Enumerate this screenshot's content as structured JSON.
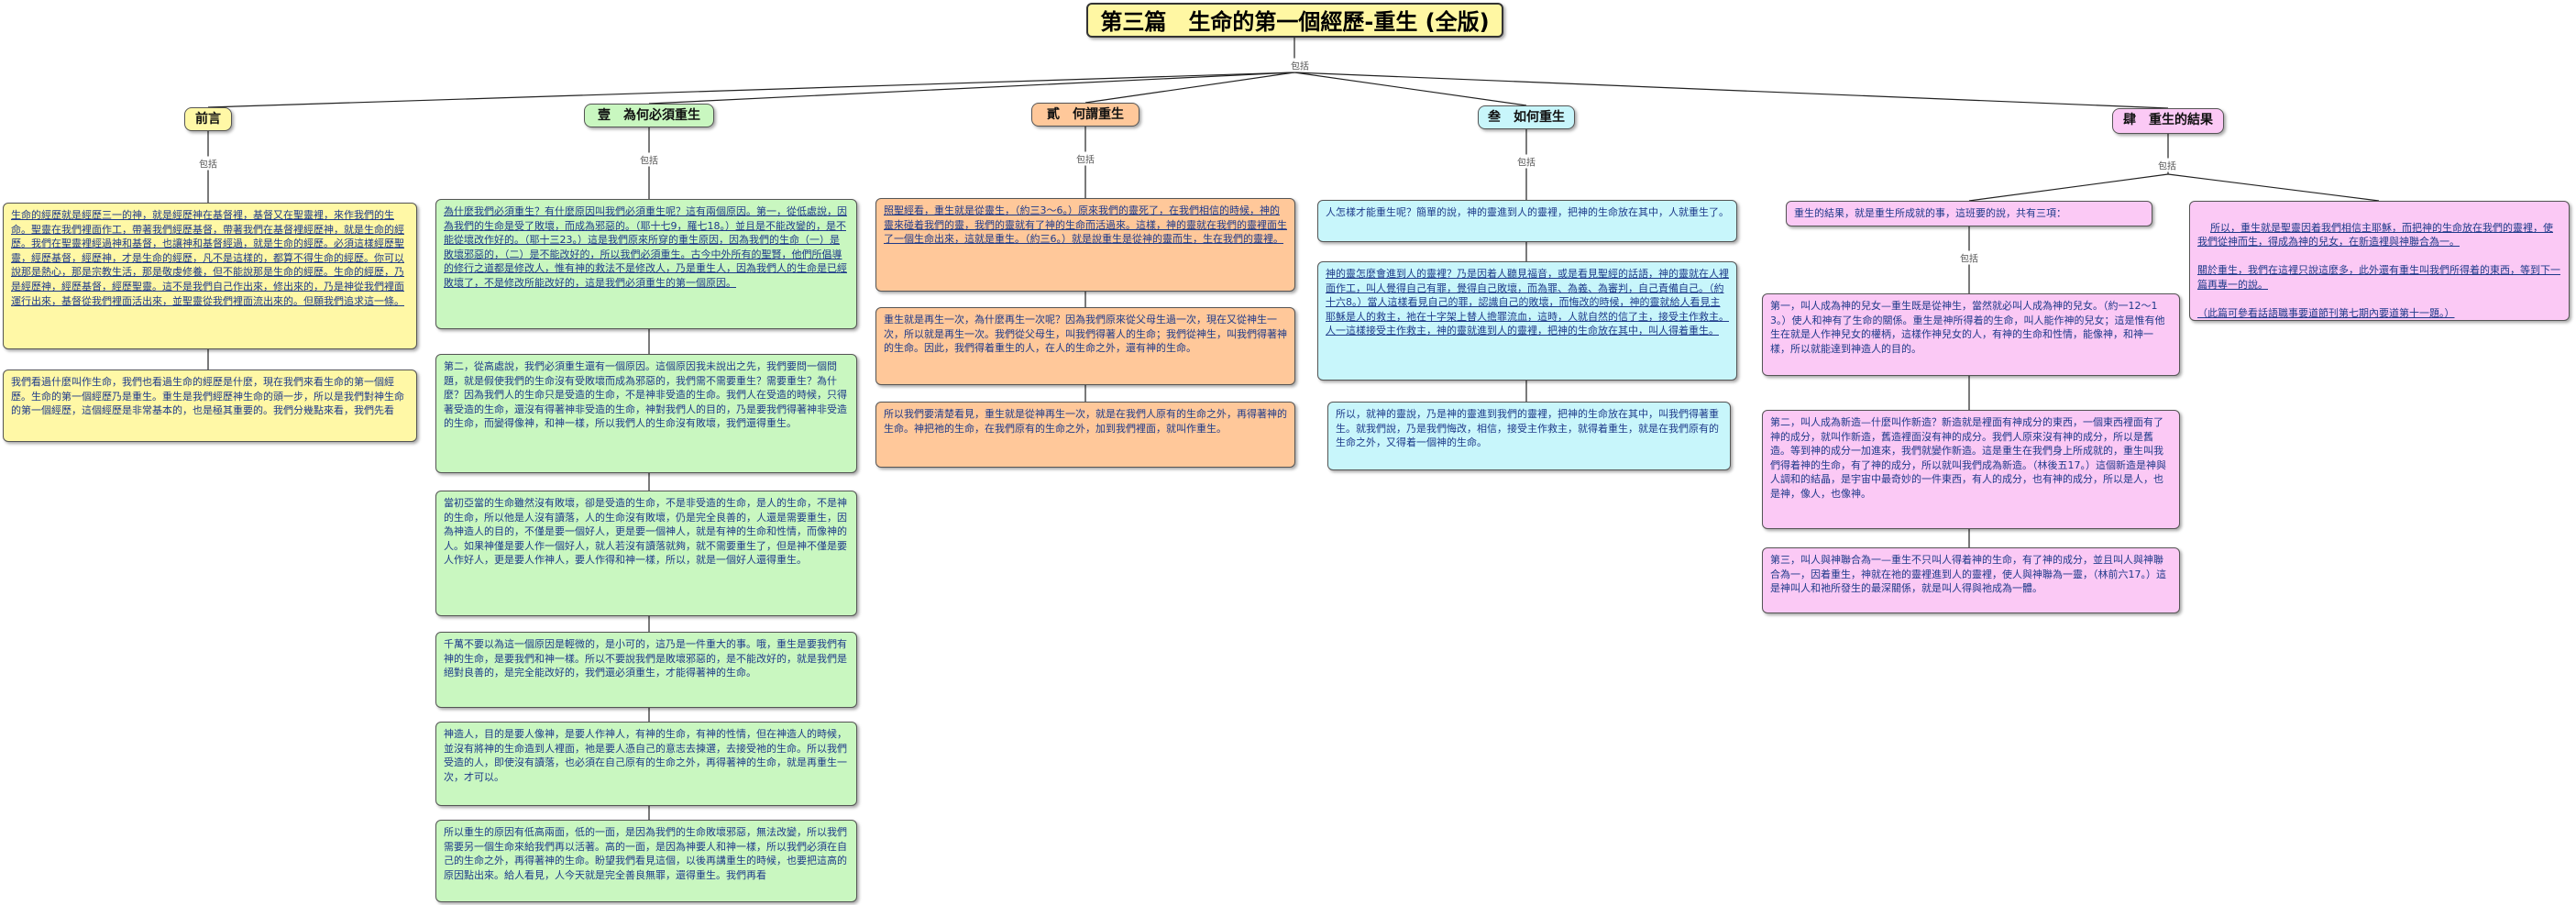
{
  "title": "第三篇　生命的第一個經歷-重生 (全版)",
  "connector_label": "包括",
  "sub_connector_label": "包括",
  "colors": {
    "yellow": "#fff8a6",
    "green": "#c9f7c0",
    "orange": "#ffc89a",
    "cyan": "#c8f6fb",
    "pink": "#fbc9f5",
    "title": "#fff7a3",
    "link": "#222222"
  },
  "branches": [
    {
      "label": "前言",
      "color": "yellow",
      "nodes": [
        {
          "text": "生命的經歷就是經歷三一的神，就是經歷神在基督裡，基督又在聖靈裡，來作我們的生命。聖靈在我們裡面作工，帶著我們經歷基督，帶著我們在基督裡經歷神，就是生命的經歷。我們在聖靈裡經過神和基督，也讓神和基督經過，就是生命的經歷。必須這樣經歷聖靈，經歷基督，經歷神，才是生命的經歷，凡不是這樣的，都算不得生命的經歷。你可以說那是熱心，那是宗教生活，那是敬虔修養，但不能說那是生命的經歷。生命的經歷，乃是經歷神，經歷基督，經歷聖靈。這不是我們自己作出來，修出來的，乃是神從我們裡面運行出來，基督從我們裡面活出來，並聖靈從我們裡面流出來的。但願我們追求這一條。"
        },
        {
          "text": "我們看過什麼叫作生命，我們也看過生命的經歷是什麼，現在我們來看生命的第一個經歷。生命的第一個經歷乃是重生。重生是我們經歷神生命的頭一步，所以是我們對神生命的第一個經歷，這個經歷是非常基本的，也是極其重要的。我們分幾點來看，我們先看"
        }
      ]
    },
    {
      "label": "壹　為何必須重生",
      "color": "green",
      "nodes": [
        {
          "text": "為什麼我們必須重生？有什麼原因叫我們必須重生呢？這有兩個原因。第一，從低處說，因為我們的生命是受了敗壞，而成為邪惡的。（耶十七9，羅七18。）並且是不能改變的，是不能從壞改作好的。（耶十三23。）這是我們原來所穿的重生原因，因為我們的生命（一）是敗壞邪惡的，（二）是不能改好的，所以我們必須重生。古今中外所有的聖賢，他們所倡導的修行之道都是修改人，惟有神的救法不是修改人，乃是重生人，因為我們人的生命是已經敗壞了，不是修改所能改好的，這是我們必須重生的第一個原因。"
        },
        {
          "text": "第二，從高處說，我們必須重生還有一個原因。這個原因我未說出之先，我們要問一個問題，就是假使我們的生命沒有受敗壞而成為邪惡的，我們需不需要重生？需要重生？為什麼？因為我們人的生命只是受造的生命，不是神非受造的生命。我們人在受造的時候，只得著受造的生命，還沒有得著神非受造的生命，神對我們人的目的，乃是要我們得著神非受造的生命，而變得像神，和神一樣，所以我們人的生命沒有敗壞，我們還得重生。"
        },
        {
          "text": "當初亞當的生命雖然沒有敗壞，卻是受造的生命，不是非受造的生命，是人的生命，不是神的生命，所以他是人沒有讀落，人的生命沒有敗壞，仍是完全良善的，人還是需要重生，因為神造人的目的，不僅是要一個好人，更是要一個神人，就是有神的生命和性情，而像神的人。如果神僅是要人作一個好人，就人若沒有讀落就夠，就不需要重生了，但是神不僅是要人作好人，更是要人作神人，要人作得和神一樣，所以，就是一個好人還得重生。"
        },
        {
          "text": "千萬不要以為這一個原因是輕微的，是小可的，這乃是一件重大的事。哦，重生是要我們有神的生命，是要我們和神一樣。所以不要說我們是敗壞邪惡的，是不能改好的，就是我們是絕對良善的，是完全能改好的，我們還必須重生，才能得著神的生命。"
        },
        {
          "text": "神造人，目的是要人像神，是要人作神人，有神的生命，有神的性情，但在神造人的時候，並沒有將神的生命造到人裡面，祂是要人憑自己的意志去揀選，去接受祂的生命。所以我們受造的人，即使沒有讀落，也必須在自己原有的生命之外，再得著神的生命，就是再重生一次，才可以。"
        },
        {
          "text": "所以重生的原因有低高兩面，低的一面，是因為我們的生命敗壞邪惡，無法改變，所以我們需要另一個生命來給我們再以活著。高的一面，是因為神要人和神一樣，所以我們必須在自己的生命之外，再得著神的生命。盼望我們看見這個，以後再講重生的時候，也要把這高的原因點出來。給人看見，人今天就是完全善良無罪，還得重生。我們再看"
        }
      ]
    },
    {
      "label": "貳　何謂重生",
      "color": "orange",
      "nodes": [
        {
          "text": "照聖經看，重生就是從靈生，（約三3～6。）原來我們的靈死了，在我們相信的時候，神的靈來碰着我們的靈，我們的靈就有了神的生命而活過來。這樣，神的靈就在我們的靈裡面生了一個生命出來，這就是重生。（約三6。）就是說重生是從神的靈而生，生在我們的靈裡。"
        },
        {
          "text": "重生就是再生一次，為什麼再生一次呢？因為我們原來從父母生過一次，現在又從神生一次，所以就是再生一次。我們從父母生，叫我們得著人的生命；我們從神生，叫我們得著神的生命。因此，我們得着重生的人，在人的生命之外，還有神的生命。"
        },
        {
          "text": "所以我們要清楚看見，重生就是從神再生一次，就是在我們人原有的生命之外，再得著神的生命。神把祂的生命，在我們原有的生命之外，加到我們裡面，就叫作重生。"
        }
      ]
    },
    {
      "label": "叁　如何重生",
      "color": "cyan",
      "nodes": [
        {
          "text": "人怎樣才能重生呢？簡單的說，神的靈進到人的靈裡，把神的生命放在其中，人就重生了。"
        },
        {
          "text": "神的靈怎麼會進到人的靈裡？乃是因着人聽見福音，或是看見聖經的話語，神的靈就在人裡面作工，叫人覺得自己有罪，覺得自己敗壞，而為罪、為義、為審判，自己責備自己。（約十六8。）當人這樣看見自己的罪，認識自己的敗壞，而悔改的時候，神的靈就給人看見主耶穌是人的救主，祂在十字架上替人擔罪流血，這時，人就自然的信了主，接受主作救主。人一這樣接受主作救主，神的靈就進到人的靈裡，把神的生命放在其中，叫人得着重生。"
        },
        {
          "text": "所以，就神的靈說，乃是神的靈進到我們的靈裡，把神的生命放在其中，叫我們得著重生。就我們說，乃是我們悔改，相信，接受主作救主，就得着重生，就是在我們原有的生命之外，又得着一個神的生命。"
        }
      ]
    },
    {
      "label": "肆　重生的結果",
      "color": "pink",
      "main": {
        "text": "重生的結果，就是重生所成就的事，這班要的說，共有三項："
      },
      "side": {
        "text": "所以，重生就是聖靈因着我們相信主耶穌，而把神的生命放在我們的靈裡，使我們從神而生，得成為神的兒女，在新造裡與神聯合為一。\n\n關於重生，我們在這裡只說這麼多，此外還有重生叫我們所得着的東西，等到下一篇再專一的說。\n\n（此篇可參看話語職事要道節刊第七期內要道第十一題。）"
      },
      "items": [
        {
          "text": "第一，叫人成為神的兒女—重生既是從神生，當然就必叫人成為神的兒女。（約一12～13。）使人和神有了生命的關係。重生是神所得着的生命，叫人能作神的兒女；這是惟有他生在就是人作神兒女的權柄，這樣作神兒女的人，有神的生命和性情，能像神，和神一樣，所以就能達到神造人的目的。"
        },
        {
          "text": "第二，叫人成為新造—什麼叫作新造？新造就是裡面有神成分的東西，一個東西裡面有了神的成分，就叫作新造，舊造裡面沒有神的成分。我們人原來沒有神的成分，所以是舊造。等到神的成分一加進來，我們就變作新造。這是重生在我們身上所成就的，重生叫我們得着神的生命，有了神的成分，所以就叫我們成為新造。（林後五17。）這個新造是神與人調和的結晶，是宇宙中最奇妙的一件東西，有人的成分，也有神的成分，所以是人，也是神，像人，也像神。"
        },
        {
          "text": "第三，叫人與神聯合為一—重生不只叫人得着神的生命，有了神的成分，並且叫人與神聯合為一，因着重生，神就在祂的靈裡進到人的靈裡，使人與神聯為一靈，（林前六17。）這是神叫人和祂所發生的最深關係，就是叫人得與祂成為一體。"
        }
      ]
    }
  ]
}
